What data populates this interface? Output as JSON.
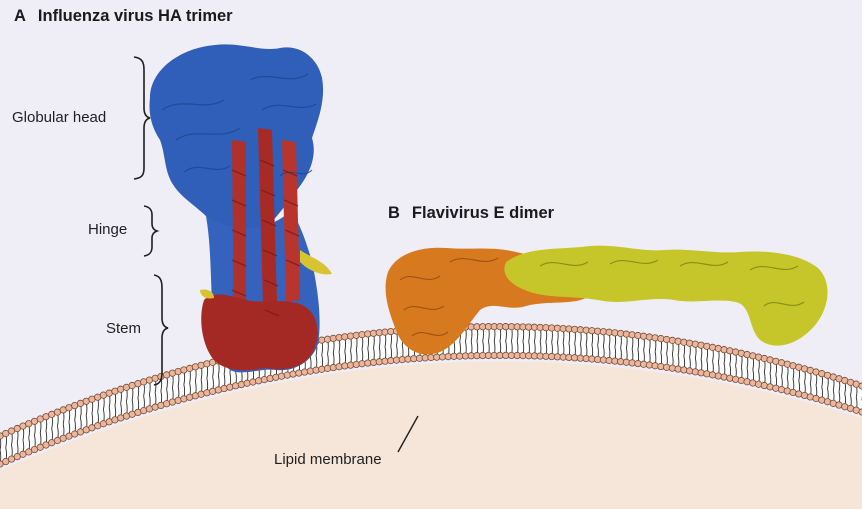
{
  "panel_a": {
    "letter": "A",
    "title": "Influenza virus HA trimer",
    "regions": {
      "head": "Globular head",
      "hinge": "Hinge",
      "stem": "Stem"
    },
    "colors": {
      "subunit_1": "#2f5fb8",
      "subunit_2": "#b0302a",
      "accent": "#d8c433"
    }
  },
  "panel_b": {
    "letter": "B",
    "title": "Flavivirus E dimer",
    "colors": {
      "monomer_1": "#d7791f",
      "monomer_2": "#c6c62a"
    }
  },
  "membrane": {
    "label": "Lipid membrane",
    "colors": {
      "headgroup": "#e9b79e",
      "headgroup_outline": "#7b4a35",
      "interior": "#f6e6da"
    }
  }
}
